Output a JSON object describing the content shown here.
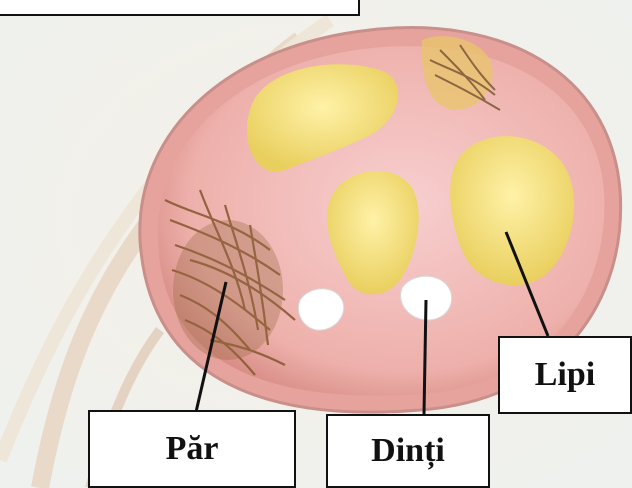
{
  "labels": {
    "hair": "Păr",
    "teeth": "Dinți",
    "lipids": "Lipi"
  },
  "colors": {
    "cyst_wall": "#e9a7a2",
    "cyst_interior": "#f4c6c6",
    "fat": "#f3e07a",
    "hair": "#8a5a34",
    "teeth": "#ffffff",
    "pointer": "#111111"
  }
}
